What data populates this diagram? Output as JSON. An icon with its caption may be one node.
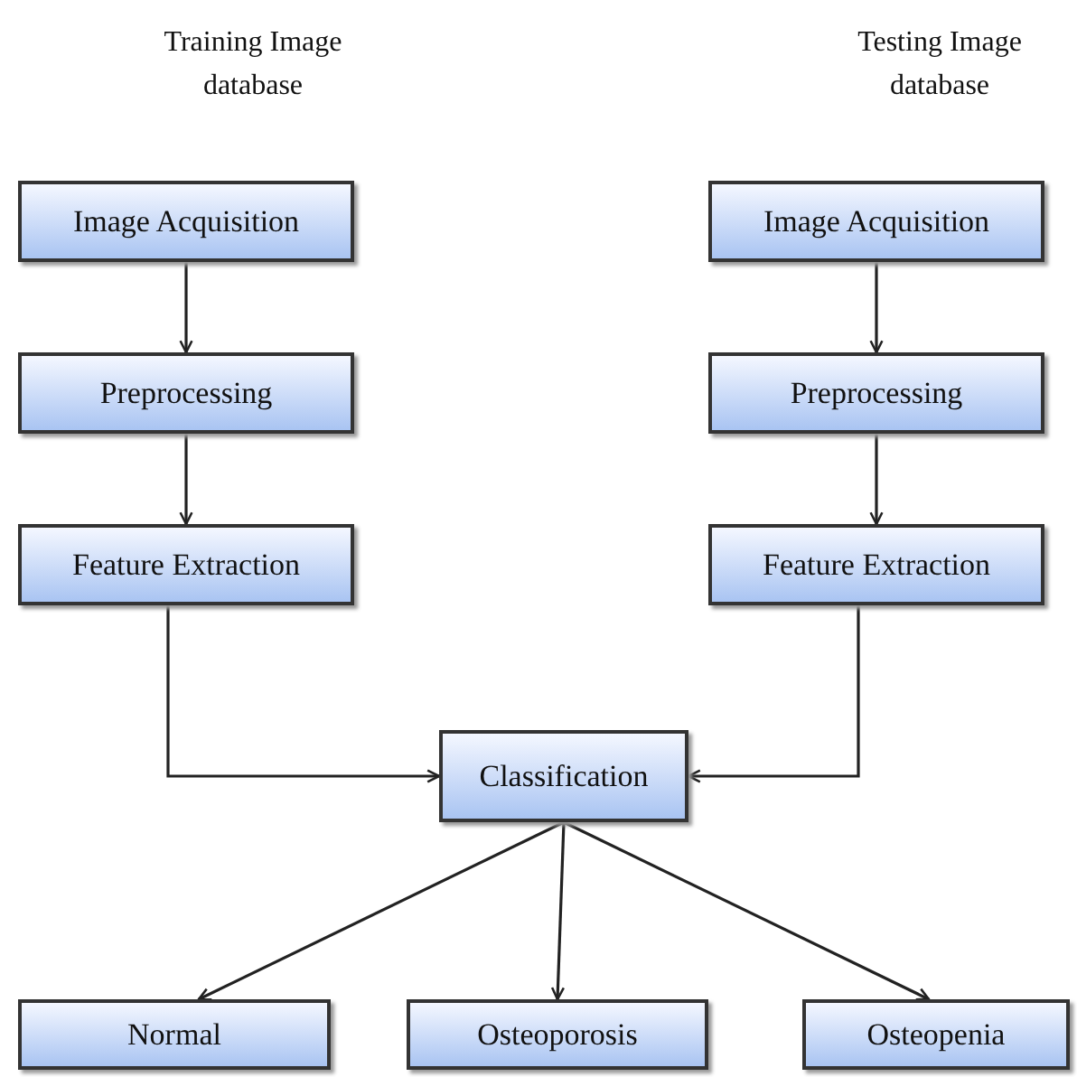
{
  "diagram": {
    "nodes": [
      {
        "text": [
          "Image Acquisition"
        ]
      },
      {
        "text": [
          "Preprocessing"
        ]
      },
      {
        "text": [
          "Feature Extraction"
        ]
      },
      {
        "text": [
          "Image Acquisition"
        ]
      },
      {
        "text": [
          "Preprocessing"
        ]
      },
      {
        "text": [
          "Feature Extraction"
        ]
      },
      {
        "text": [
          "Classification"
        ]
      },
      {
        "text": [
          "Normal"
        ]
      },
      {
        "text": [
          "Osteoporosis"
        ]
      },
      {
        "text": [
          "Osteopenia"
        ]
      }
    ],
    "edges": [
      {
        "from": 0,
        "to": 1,
        "arrow": "to"
      },
      {
        "from": 1,
        "to": 2,
        "arrow": "to"
      },
      {
        "from": 3,
        "to": 4,
        "arrow": "to"
      },
      {
        "from": 4,
        "to": 5,
        "arrow": "to"
      },
      {
        "from": 2,
        "to": 6,
        "arrow": "to"
      },
      {
        "from": 5,
        "to": 6,
        "arrow": "to"
      },
      {
        "from": 6,
        "to": 7,
        "arrow": "to"
      },
      {
        "from": 6,
        "to": 8,
        "arrow": "to"
      },
      {
        "from": 6,
        "to": 9,
        "arrow": "to"
      }
    ],
    "labels": [
      "Training Image database",
      "Testing Image database"
    ]
  }
}
